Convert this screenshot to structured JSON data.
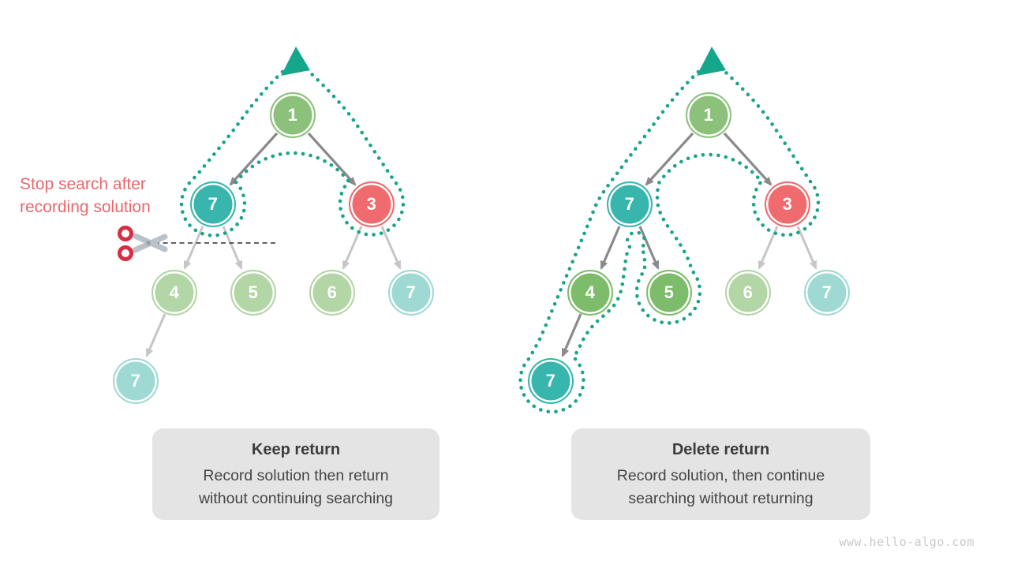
{
  "left_tree": {
    "annotation": {
      "line1": "Stop search after",
      "line2": "recording solution"
    },
    "nodes": {
      "root": "1",
      "l": "7",
      "r": "3",
      "ll": "4",
      "lr": "5",
      "rl": "6",
      "rr": "7",
      "leaf": "7"
    },
    "caption": {
      "title": "Keep return",
      "line1": "Record solution then return",
      "line2": "without continuing searching"
    }
  },
  "right_tree": {
    "nodes": {
      "root": "1",
      "l": "7",
      "r": "3",
      "ll": "4",
      "lr": "5",
      "rl": "6",
      "rr": "7",
      "leaf": "7"
    },
    "caption": {
      "title": "Delete return",
      "line1": "Record solution, then continue",
      "line2": "searching without returning"
    }
  },
  "watermark": "www.hello-algo.com",
  "colors": {
    "node_green": "#8cc17c",
    "node_green_deep": "#7dbc6a",
    "node_teal": "#38b6ad",
    "node_red": "#ef6b6d",
    "node_faded_green": "#b3d6a6",
    "node_faded_teal": "#9ed9d4",
    "visited_path_dots": "#1ca489",
    "return_triangle": "#16a68c",
    "arrow_dark": "#8a8a8a",
    "arrow_light": "#c6c6c6",
    "annotation_red": "#e8686c",
    "scissors_red": "#d62f45",
    "scissors_blade": "#b9c2c9",
    "caption_box_bg": "#e4e4e5"
  }
}
